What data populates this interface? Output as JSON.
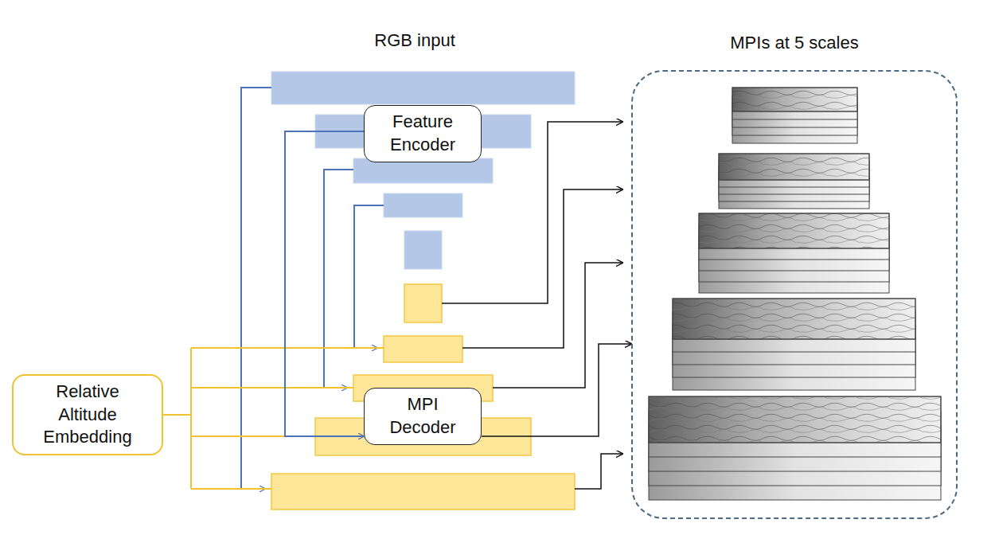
{
  "diagram": {
    "nodes": [
      {
        "text": [
          "Feature Encoder"
        ]
      },
      {
        "text": [
          "MPI Decoder"
        ]
      },
      {
        "text": [
          "Relative Altitude Embedding"
        ]
      },
      {
        "text": [
          "MPIs at 5 scales"
        ]
      }
    ],
    "edges": [
      {
        "from": 2,
        "to": 1,
        "arrow": "none"
      },
      {
        "from": 0,
        "to": 1,
        "arrow": "to"
      },
      {
        "from": 1,
        "to": 3,
        "arrow": "to"
      }
    ],
    "labels": [
      "RGB input"
    ]
  }
}
